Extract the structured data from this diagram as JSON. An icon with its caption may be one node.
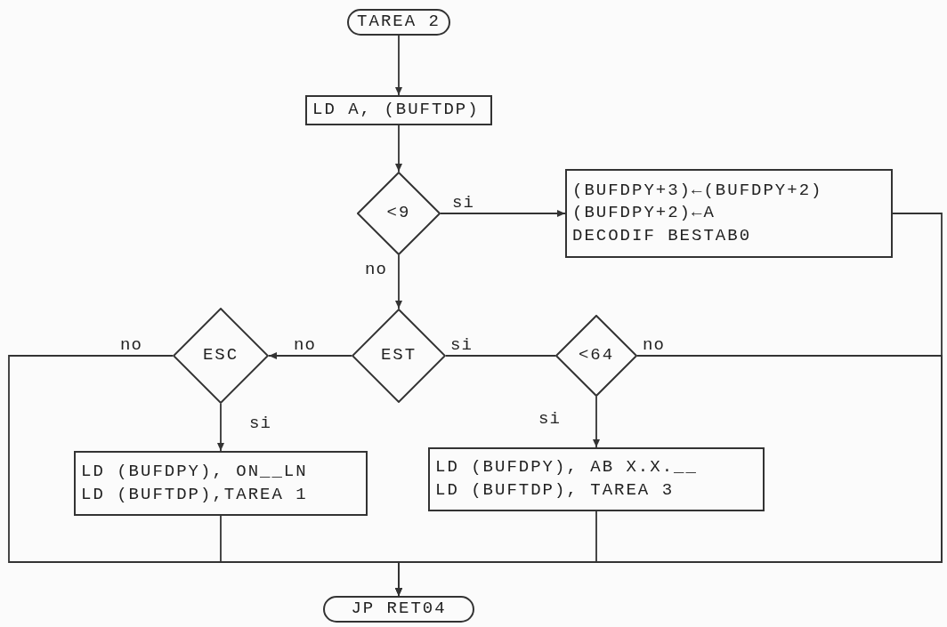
{
  "diagram": {
    "nodes": [
      {
        "text": [
          "TAREA 2"
        ]
      },
      {
        "text": [
          "LD A, (BUFTDP)"
        ]
      },
      {
        "text": [
          "<9"
        ]
      },
      {
        "text": [
          "(BUFDPY+3)←(BUFDPY+2)",
          "(BUFDPY+2)←A",
          "DECODIF BESTAB0"
        ]
      },
      {
        "text": [
          "EST"
        ]
      },
      {
        "text": [
          "ESC"
        ]
      },
      {
        "text": [
          "<64"
        ]
      },
      {
        "text": [
          "LD (BUFDPY), ON__LN",
          "LD (BUFTDP),TAREA 1"
        ]
      },
      {
        "text": [
          "LD (BUFDPY), AB X.X.__",
          "LD (BUFTDP), TAREA 3"
        ]
      },
      {
        "text": [
          "JP RET04"
        ]
      }
    ],
    "edges": [
      {
        "from": 0,
        "to": 1,
        "arrow": "to"
      },
      {
        "from": 1,
        "to": 2,
        "arrow": "to"
      },
      {
        "from": 2,
        "to": 3,
        "arrow": "to",
        "label": "si"
      },
      {
        "from": 2,
        "to": 4,
        "arrow": "to",
        "label": "no"
      },
      {
        "from": 4,
        "to": 5,
        "arrow": "to",
        "label": "no"
      },
      {
        "from": 4,
        "to": 6,
        "arrow": "none",
        "label": "si"
      },
      {
        "from": 5,
        "to": 7,
        "arrow": "to",
        "label": "si"
      },
      {
        "from": 6,
        "to": 8,
        "arrow": "to",
        "label": "si"
      },
      {
        "from": 3,
        "to": 9,
        "arrow": "to"
      },
      {
        "from": 6,
        "to": 9,
        "arrow": "to",
        "label": "no"
      },
      {
        "from": 5,
        "to": 9,
        "arrow": "to",
        "label": "no"
      },
      {
        "from": 7,
        "to": 9,
        "arrow": "to"
      },
      {
        "from": 8,
        "to": 9,
        "arrow": "to"
      }
    ]
  }
}
